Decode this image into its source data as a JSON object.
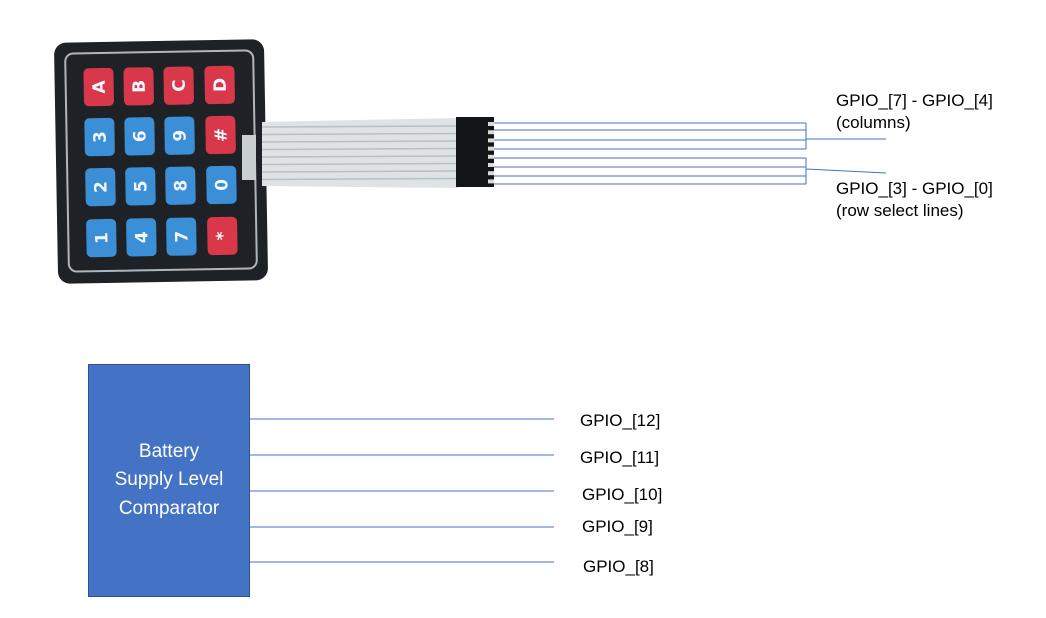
{
  "keypad": {
    "keys": [
      [
        {
          "label": "A",
          "color": "red"
        },
        {
          "label": "B",
          "color": "red"
        },
        {
          "label": "C",
          "color": "red"
        },
        {
          "label": "D",
          "color": "red"
        }
      ],
      [
        {
          "label": "3",
          "color": "blue"
        },
        {
          "label": "6",
          "color": "blue"
        },
        {
          "label": "9",
          "color": "blue"
        },
        {
          "label": "#",
          "color": "red"
        }
      ],
      [
        {
          "label": "2",
          "color": "blue"
        },
        {
          "label": "5",
          "color": "blue"
        },
        {
          "label": "8",
          "color": "blue"
        },
        {
          "label": "0",
          "color": "blue"
        }
      ],
      [
        {
          "label": "1",
          "color": "blue"
        },
        {
          "label": "4",
          "color": "blue"
        },
        {
          "label": "7",
          "color": "blue"
        },
        {
          "label": "*",
          "color": "red"
        }
      ]
    ],
    "colors": {
      "red": "#d8384a",
      "blue": "#3b8fd6",
      "body": "#1e2226",
      "ribbon": "#dfe3e4"
    }
  },
  "labels": {
    "columns_line1": "GPIO_[7] - GPIO_[4]",
    "columns_line2": "(columns)",
    "rows_line1": "GPIO_[3] - GPIO_[0]",
    "rows_line2": "(row select lines)"
  },
  "battery": {
    "lines": [
      "Battery",
      "Supply Level",
      "Comparator"
    ],
    "color": "#4472c4",
    "outputs": [
      "GPIO_[12]",
      "GPIO_[11]",
      "GPIO_[10]",
      "GPIO_[9]",
      "GPIO_[8]"
    ]
  },
  "line_color": "#4472c4"
}
